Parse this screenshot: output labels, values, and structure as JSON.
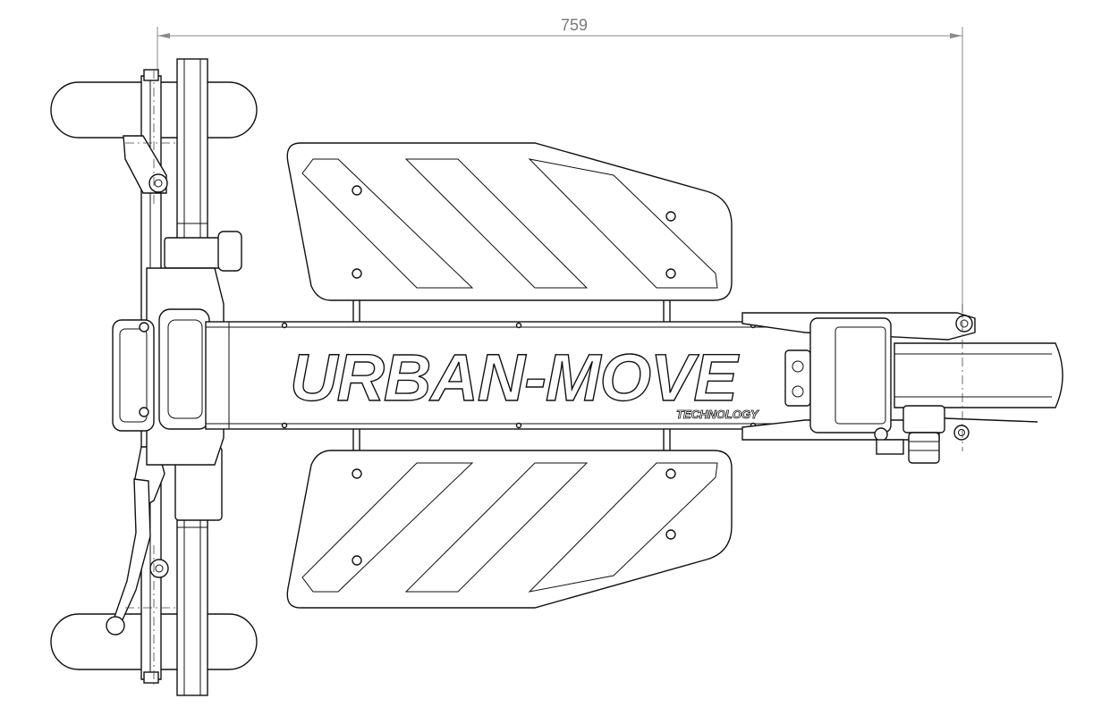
{
  "dimension": {
    "value_label": "759"
  },
  "logo": {
    "brand": "URBAN-MOVE",
    "tagline": "TECHNOLOGY"
  },
  "colors": {
    "line": "#111111",
    "dimension": "#8a8a8a",
    "background": "#ffffff"
  }
}
